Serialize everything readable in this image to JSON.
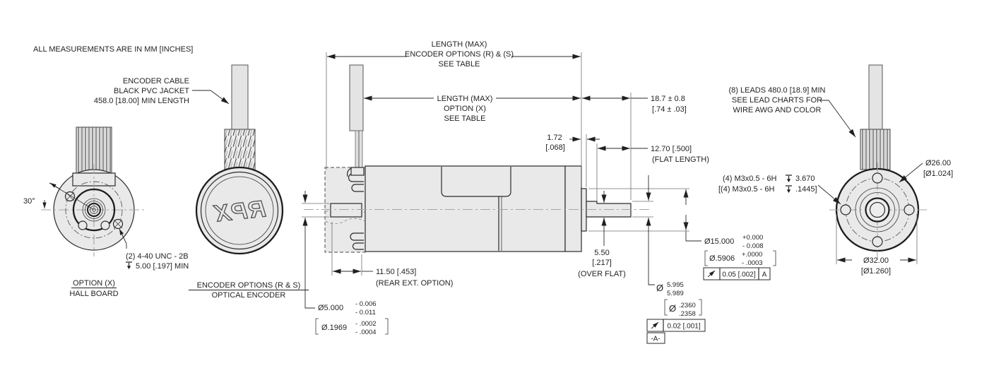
{
  "title": "RPX motor dimension drawing",
  "colors": {
    "line": "#231f20",
    "metal_fill": "#e9e9e9",
    "centerline": "#a7a7a7",
    "background": "#ffffff"
  },
  "icons": {
    "depth_symbol": "depth-below-surface (bar with down arrow)",
    "runout_symbol": "circular-runout arrow",
    "diameter_symbol": "Ø"
  },
  "t": {
    "units_note": "ALL MEASUREMENTS ARE IN MM [INCHES]",
    "cable1": "ENCODER CABLE",
    "cable2": "BLACK PVC JACKET",
    "cable3": "458.0 [18.00] MIN LENGTH",
    "angle": "30°",
    "screw1": "(2) 4-40 UNC - 2B",
    "screw2": "5.00 [.197] MIN",
    "hall_title": "OPTION (X)",
    "hall_sub": "HALL BOARD",
    "enc_title": "ENCODER OPTIONS (R & S)",
    "enc_sub": "OPTICAL ENCODER",
    "logo": "RPX",
    "len1a": "LENGTH (MAX)",
    "len1b": "ENCODER OPTIONS (R) & (S)",
    "len1c": "SEE TABLE",
    "len2a": "LENGTH (MAX)",
    "len2b": "OPTION (X)",
    "len2c": "SEE TABLE",
    "d187a": "18.7 ± 0.8",
    "d187b": "[.74 ± .03]",
    "d172a": "1.72",
    "d172b": "[.068]",
    "d127a": "12.70 [.500]",
    "d127b": "(FLAT LENGTH)",
    "d55a": "5.50",
    "d55b": "[.217]",
    "d55c": "(OVER FLAT)",
    "d115a": "11.50 [.453]",
    "d115b": "(REAR EXT. OPTION)",
    "d5m": "Ø5.000",
    "d5t1": "- 0.006",
    "d5t2": "- 0.011",
    "d5i": "Ø.1969",
    "d5it1": "- .0002",
    "d5it2": "- .0004",
    "d15m": "Ø15.000",
    "d15t1": "+0.000",
    "d15t2": "- 0.008",
    "d15i": "Ø.5906",
    "d15it1": "+.0000",
    "d15it2": "- .0003",
    "fcf1": "0.05 [.002]",
    "fcf1d": "A",
    "dsym": "Ø",
    "d6t1": "5.995",
    "d6t2": "5.989",
    "d6it1": ".2360",
    "d6it2": ".2358",
    "fcf2": "0.02 [.001]",
    "datum": "-A-",
    "leads1": "(8) LEADS 480.0 [18.9] MIN",
    "leads2": "SEE LEAD CHARTS FOR",
    "leads3": "WIRE AWG AND COLOR",
    "m3a": "(4) M3x0.5 - 6H",
    "m3a2": "3.670",
    "m3b": "[(4) M3x0.5 - 6H",
    "m3b2": ".1445]",
    "d26a": "Ø26.00",
    "d26b": "[Ø1.024]",
    "d32a": "Ø32.00",
    "d32b": "[Ø1.260]"
  }
}
